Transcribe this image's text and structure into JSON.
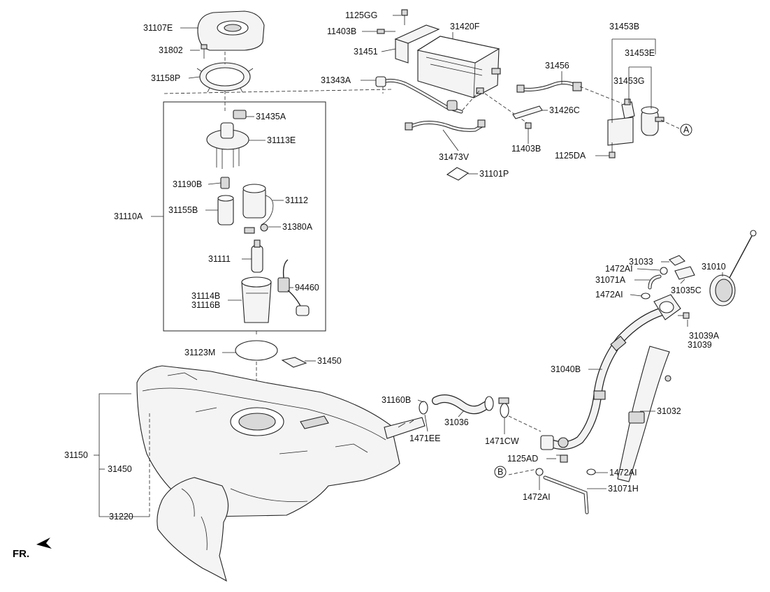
{
  "labels": {
    "l31107E": "31107E",
    "l31802": "31802",
    "l31158P": "31158P",
    "l31435A": "31435A",
    "l31113E": "31113E",
    "l31190B": "31190B",
    "l31112": "31112",
    "l31155B": "31155B",
    "l31110A": "31110A",
    "l31380A": "31380A",
    "l31111": "31111",
    "l94460": "94460",
    "l31114B": "31114B",
    "l31116B": "31116B",
    "l31123M": "31123M",
    "l31450a": "31450",
    "l31150": "31150",
    "l31450b": "31450",
    "l31220": "31220",
    "l1125GG": "1125GG",
    "l11403Ba": "11403B",
    "l31420F": "31420F",
    "l31451": "31451",
    "l31343A": "31343A",
    "l31456": "31456",
    "l31426C": "31426C",
    "l31473V": "31473V",
    "l11403Bb": "11403B",
    "l31101P": "31101P",
    "l31453B": "31453B",
    "l31453E": "31453E",
    "l31453G": "31453G",
    "l1125DA": "1125DA",
    "refA": "A",
    "l31033": "31033",
    "l1472AIa": "1472AI",
    "l31010": "31010",
    "l31071A": "31071A",
    "l31035C": "31035C",
    "l1472AIb": "1472AI",
    "l31039A": "31039A",
    "l31039": "31039",
    "l31040B": "31040B",
    "l31032": "31032",
    "l31160B": "31160B",
    "l31036": "31036",
    "l1471EE": "1471EE",
    "l1471CW": "1471CW",
    "l1125AD": "1125AD",
    "refB": "B",
    "l1472AIc": "1472AI",
    "l1472AId": "1472AI",
    "l31071H": "31071H",
    "fr": "FR."
  }
}
